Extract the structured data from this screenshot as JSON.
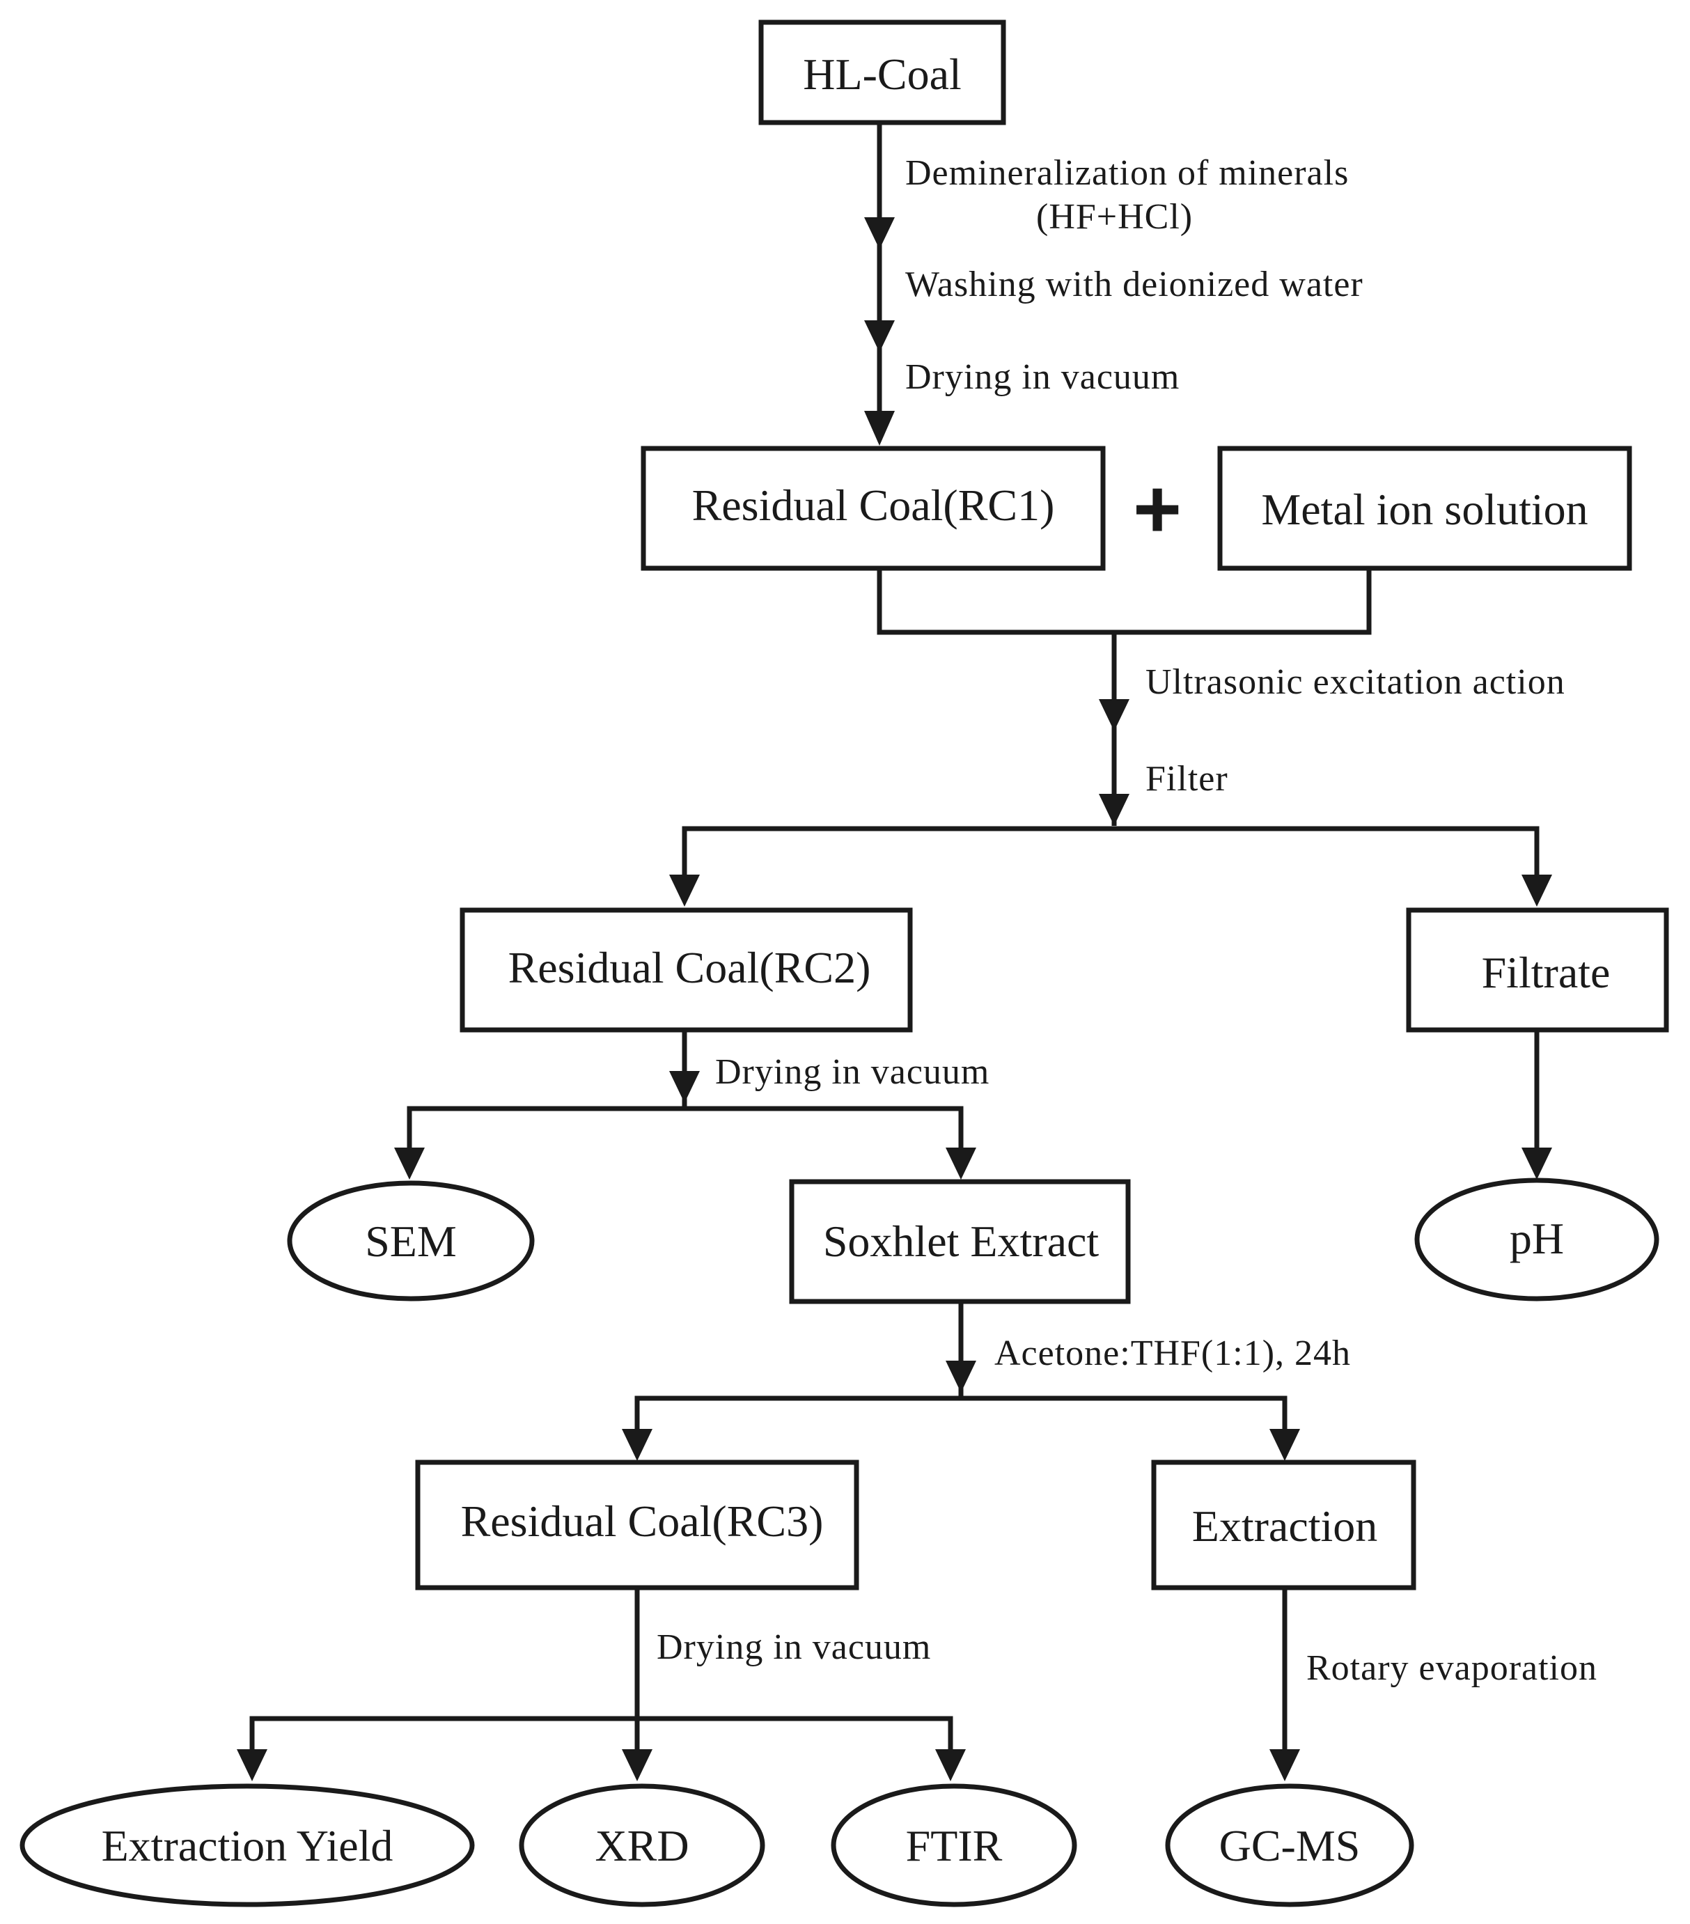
{
  "nodes": {
    "hl_coal": "HL-Coal",
    "rc1": "Residual Coal(RC1)",
    "plus": "+",
    "metal_ion_solution": "Metal ion solution",
    "rc2": "Residual Coal(RC2)",
    "filtrate": "Filtrate",
    "sem": "SEM",
    "soxhlet_extract": "Soxhlet Extract",
    "ph": "pH",
    "rc3": "Residual Coal(RC3)",
    "extraction": "Extraction",
    "extraction_yield": "Extraction Yield",
    "xrd": "XRD",
    "ftir": "FTIR",
    "gc_ms": "GC-MS"
  },
  "steps": {
    "demineralization_line1": "Demineralization of minerals",
    "demineralization_line2": "(HF+HCl)",
    "washing": "Washing with deionized water",
    "drying_1": "Drying in vacuum",
    "ultrasonic": "Ultrasonic excitation action",
    "filter": "Filter",
    "drying_2": "Drying in vacuum",
    "acetone_thf": "Acetone:THF(1:1), 24h",
    "drying_3": "Drying in vacuum",
    "rotary_evaporation": "Rotary evaporation"
  }
}
